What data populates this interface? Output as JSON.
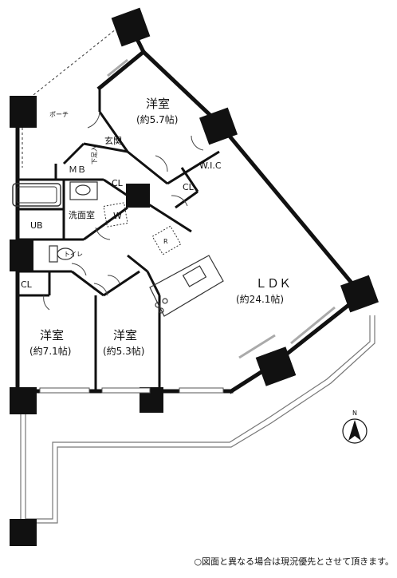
{
  "rooms": {
    "western_top": {
      "name": "洋室",
      "area": "(約5.7帖)"
    },
    "ldk": {
      "name": "ＬＤＫ",
      "area": "(約24.1帖)"
    },
    "western_left": {
      "name": "洋室",
      "area": "(約7.1帖)"
    },
    "western_mid": {
      "name": "洋室",
      "area": "(約5.3帖)"
    }
  },
  "labels": {
    "porch": "ポーチ",
    "entrance": "玄関",
    "shoe_box": "下足入",
    "mb": "ＭＢ",
    "cl_hall": "CL",
    "wic": "W.I.C",
    "cl_wic": "CL",
    "washroom": "洗面室",
    "washer": "W",
    "ub": "UB",
    "toilet": "トイレ",
    "cl_left": "CL",
    "fridge": "R",
    "north": "N"
  },
  "note": "○図面と異なる場合は現況優先とさせて頂きます。"
}
